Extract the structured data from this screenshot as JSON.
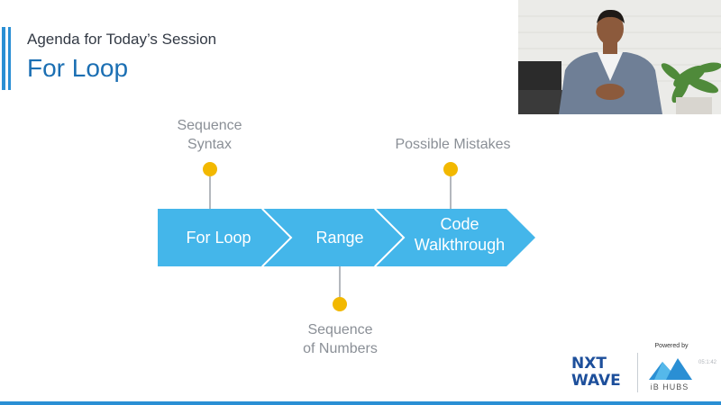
{
  "slide": {
    "subtitle": "Agenda for Today’s Session",
    "title": "For Loop"
  },
  "flow": {
    "steps": [
      {
        "label": "For Loop"
      },
      {
        "label": "Range"
      },
      {
        "label_line1": "Code",
        "label_line2": "Walkthrough"
      }
    ],
    "notes": {
      "above_1_line1": "Sequence",
      "above_1_line2": "Syntax",
      "above_3": "Possible Mistakes",
      "below_2_line1": "Sequence",
      "below_2_line2": "of Numbers"
    },
    "colors": {
      "chevron": "#44b6ea",
      "dot": "#f2b800",
      "connector": "#9aa1a8"
    }
  },
  "branding": {
    "nxt_line1": "NXT",
    "nxt_line2": "WAVE",
    "powered_by": "Powered by",
    "ib_hubs": "iB HUBS",
    "timecode": "05:1:42"
  }
}
